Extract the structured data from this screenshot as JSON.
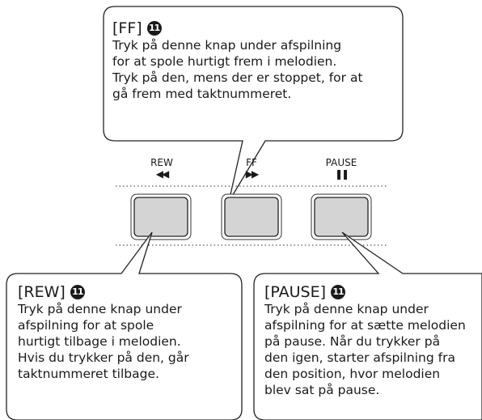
{
  "callouts": {
    "ff": {
      "title": "[FF]",
      "number": "11",
      "lines": [
        "Tryk på denne knap under afspilning",
        "for at spole hurtigt frem i melodien.",
        "Tryk på den, mens der er stoppet, for at",
        "gå frem med taktnummeret."
      ]
    },
    "rew": {
      "title": "[REW]",
      "number": "11",
      "lines": [
        "Tryk på denne knap under",
        "afspilning for at spole",
        "hurtigt tilbage i melodien.",
        "Hvis du trykker på den, går",
        "taktnummeret tilbage."
      ]
    },
    "pause": {
      "title": "[PAUSE]",
      "number": "11",
      "lines": [
        "Tryk på denne knap under",
        "afspilning for at sætte melodien",
        "på pause. Når du trykker på",
        "den igen, starter afspilning fra",
        "den position, hvor melodien",
        "blev sat på pause."
      ]
    }
  },
  "buttons": [
    {
      "label": "REW",
      "symbol": "◀◀"
    },
    {
      "label": "FF",
      "symbol": "▶▶"
    },
    {
      "label": "PAUSE",
      "symbol": "❚❚"
    }
  ]
}
